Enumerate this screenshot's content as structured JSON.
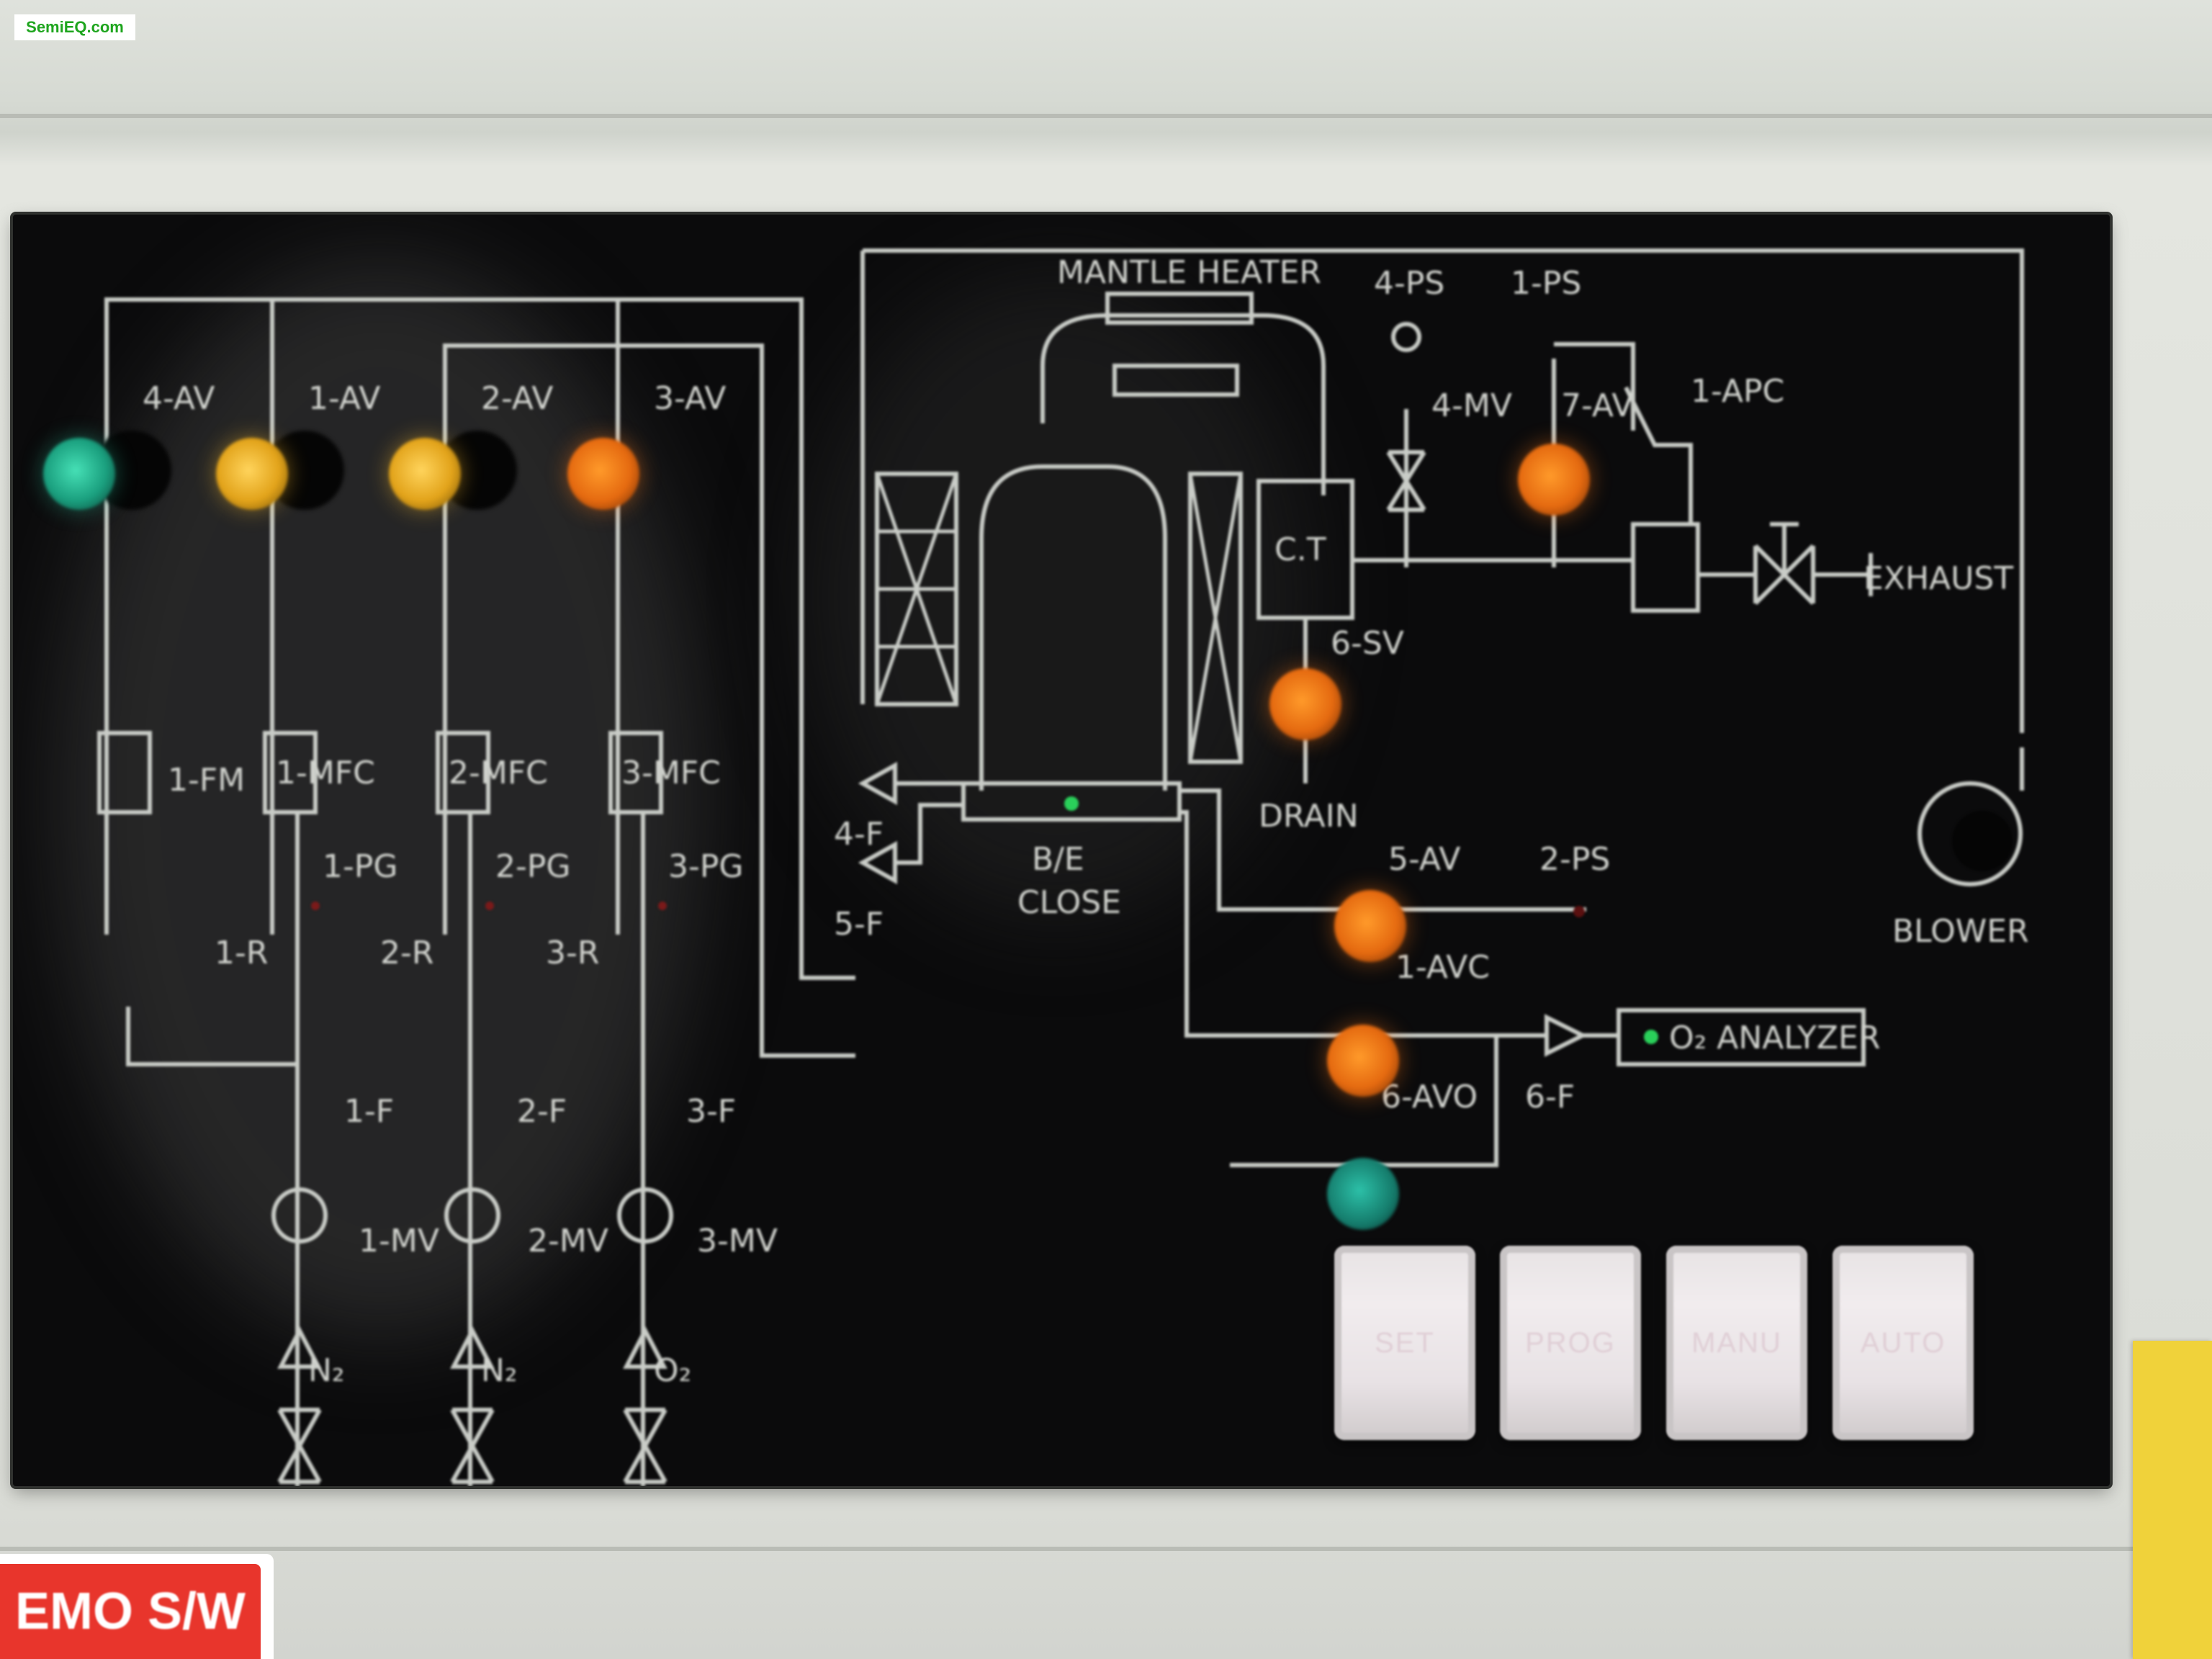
{
  "watermark": "SemiEQ.com",
  "emo_switch": "EMO S/W",
  "buttons": [
    "SET",
    "PROG",
    "MANU",
    "AUTO"
  ],
  "labels": {
    "av4": "4-AV",
    "av1": "1-AV",
    "av2": "2-AV",
    "av3": "3-AV",
    "fm1": "1-FM",
    "mfc1": "1-MFC",
    "mfc2": "2-MFC",
    "mfc3": "3-MFC",
    "pg1": "1-PG",
    "pg2": "2-PG",
    "pg3": "3-PG",
    "r1": "1-R",
    "r2": "2-R",
    "r3": "3-R",
    "f1": "1-F",
    "f2": "2-F",
    "f3": "3-F",
    "mv1": "1-MV",
    "mv2": "2-MV",
    "mv3": "3-MV",
    "gas1": "N₂",
    "gas2": "N₂",
    "gas3": "O₂",
    "mantle": "MANTLE HEATER",
    "ps4": "4-PS",
    "ps1": "1-PS",
    "mv4": "4-MV",
    "av7": "7-AV",
    "apc1": "1-APC",
    "ct": "C.T",
    "exhaust": "EXHAUST",
    "sv6": "6-SV",
    "drain": "DRAIN",
    "f4": "4-F",
    "f5": "5-F",
    "be": "B/E",
    "close": "CLOSE",
    "av5": "5-AV",
    "ps2": "2-PS",
    "avc1": "1-AVC",
    "avo": "6-AVO",
    "f6": "6-F",
    "analyzer": "O₂ ANALYZER",
    "blower": "BLOWER"
  },
  "lamp_colors": {
    "orange": "#e56a10",
    "yellow": "#e2a31a",
    "green": "#1a9f7e"
  }
}
